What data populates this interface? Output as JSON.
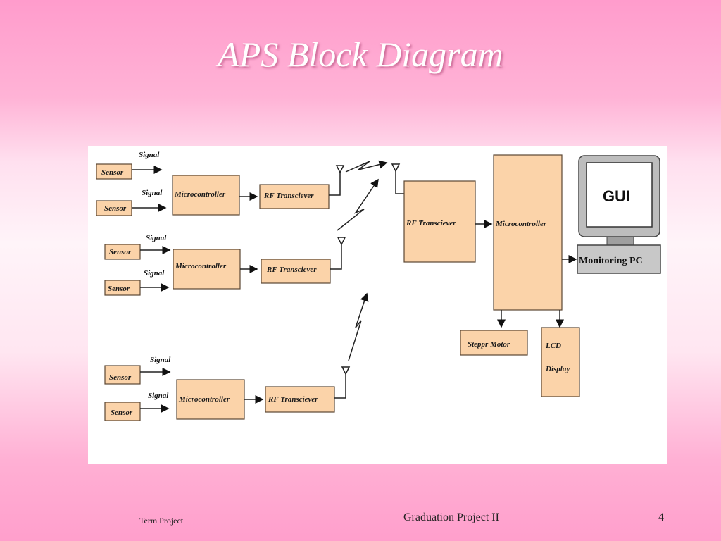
{
  "slide": {
    "title": "APS Block Diagram",
    "footer_left": "Term Project",
    "footer_center": "Graduation Project II",
    "page_number": "4"
  },
  "diagram": {
    "sensor_label": "Sensor",
    "signal_label": "Signal",
    "micro_label": "Microcontroller",
    "rf_label": "RF Transciever",
    "motor_label": "Steppr Motor",
    "lcd_line1": "LCD",
    "lcd_line2": "Display",
    "gui_label": "GUI",
    "pc_label": "Monitoring PC"
  },
  "colors": {
    "block_fill": "#fbd3a9",
    "title_color": "#ffffff"
  }
}
